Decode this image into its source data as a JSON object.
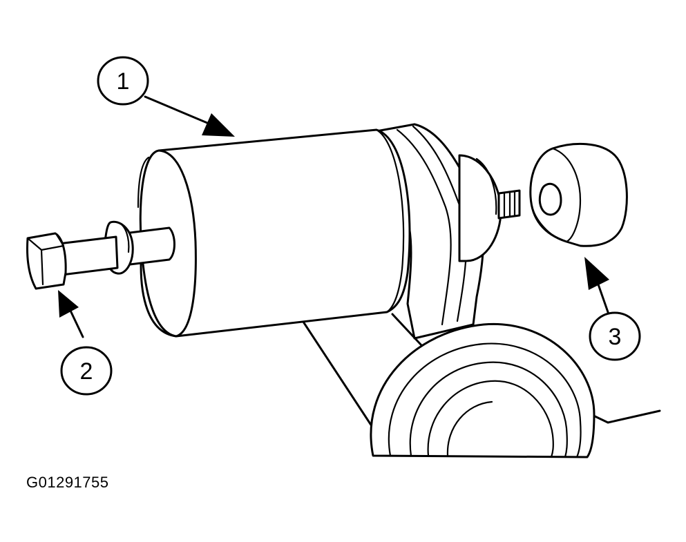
{
  "figure": {
    "id": "G01291755",
    "callouts": [
      {
        "number": "1"
      },
      {
        "number": "2"
      },
      {
        "number": "3"
      }
    ]
  }
}
